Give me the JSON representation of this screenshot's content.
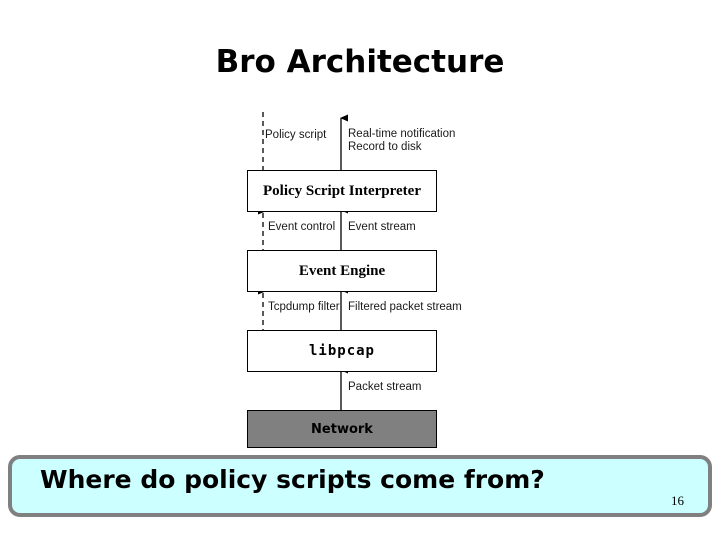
{
  "slide": {
    "title": "Bro Architecture",
    "page_number": "16",
    "callout": "Where do policy scripts come from?",
    "callout_fill": "#CCFFFF",
    "callout_border": "#808080"
  },
  "diagram": {
    "boxes": [
      {
        "id": "policy-script-interpreter",
        "label": "Policy Script Interpreter",
        "fill": "#FFFFFF",
        "font": "serif"
      },
      {
        "id": "event-engine",
        "label": "Event Engine",
        "fill": "#FFFFFF",
        "font": "serif"
      },
      {
        "id": "libpcap",
        "label": "libpcap",
        "fill": "#FFFFFF",
        "font": "mono"
      },
      {
        "id": "network",
        "label": "Network",
        "fill": "#808080",
        "font": "sans"
      }
    ],
    "connector_labels": [
      {
        "id": "policy-script",
        "text": "Policy script",
        "style": "dashed",
        "direction": "down"
      },
      {
        "id": "real-time-notification",
        "text": "Real-time notification",
        "style": "solid",
        "direction": "up"
      },
      {
        "id": "record-to-disk",
        "text": "Record to disk",
        "style": "solid",
        "direction": "up"
      },
      {
        "id": "event-control",
        "text": "Event control",
        "style": "dashed",
        "direction": "up"
      },
      {
        "id": "event-stream",
        "text": "Event stream",
        "style": "solid",
        "direction": "up"
      },
      {
        "id": "tcpdump-filter",
        "text": "Tcpdump filter",
        "style": "dashed",
        "direction": "up"
      },
      {
        "id": "filtered-packet-stream",
        "text": "Filtered packet stream",
        "style": "solid",
        "direction": "up"
      },
      {
        "id": "packet-stream",
        "text": "Packet stream",
        "style": "solid",
        "direction": "up"
      }
    ]
  }
}
